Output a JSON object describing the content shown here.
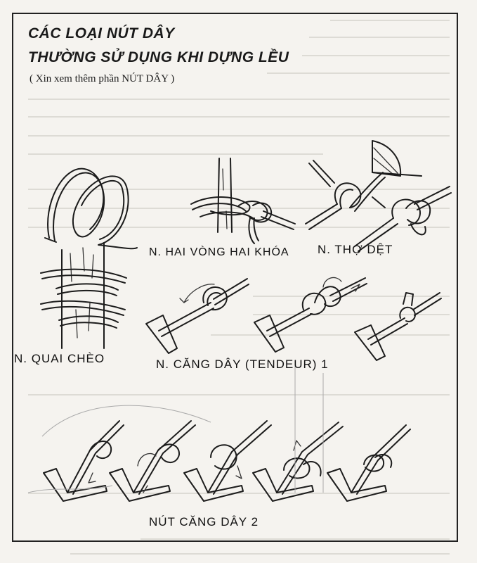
{
  "title": {
    "line1": "CÁC LOẠI NÚT DÂY",
    "line2": "THƯỜNG SỬ DỤNG KHI DỰNG LỀU",
    "subtitle": "( Xin xem thêm phần NÚT DÂY )"
  },
  "labels": {
    "hai_vong_hai_khoa": "N. HAI VÒNG HAI KHÓA",
    "tho_det": "N. THỢ DỆT",
    "quai_cheo": "N. QUAI CHÈO",
    "cang_day_1": "N. CĂNG DÂY (TENDEUR) 1",
    "cang_day_2": "NÚT CĂNG DÂY 2"
  }
}
